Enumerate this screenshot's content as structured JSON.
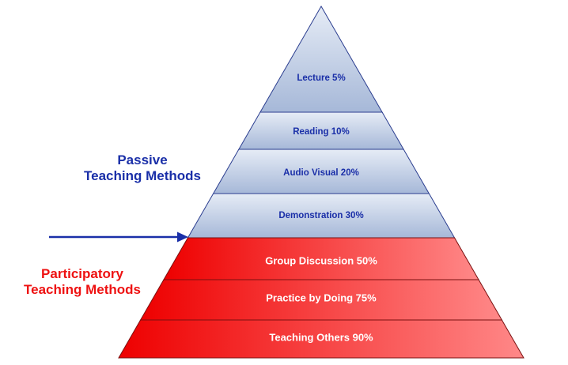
{
  "colors": {
    "passive_top": "#e6ecf6",
    "passive_bottom": "#a6b8d8",
    "passive_text": "#1a2fa8",
    "participatory_left": "#ee0000",
    "participatory_right": "#ff8888",
    "participatory_text": "#ffffff",
    "participatory_label": "#ee1111",
    "arrow": "#1a2fa8"
  },
  "passive_label": {
    "line1": "Passive",
    "line2": "Teaching Methods"
  },
  "participatory_label": {
    "line1": "Participatory",
    "line2": "Teaching Methods"
  },
  "levels": [
    {
      "label": "Lecture 5%",
      "group": "passive"
    },
    {
      "label": "Reading 10%",
      "group": "passive"
    },
    {
      "label": "Audio Visual 20%",
      "group": "passive"
    },
    {
      "label": "Demonstration 30%",
      "group": "passive"
    },
    {
      "label": "Group Discussion 50%",
      "group": "participatory"
    },
    {
      "label": "Practice by Doing 75%",
      "group": "participatory"
    },
    {
      "label": "Teaching Others 90%",
      "group": "participatory"
    }
  ]
}
